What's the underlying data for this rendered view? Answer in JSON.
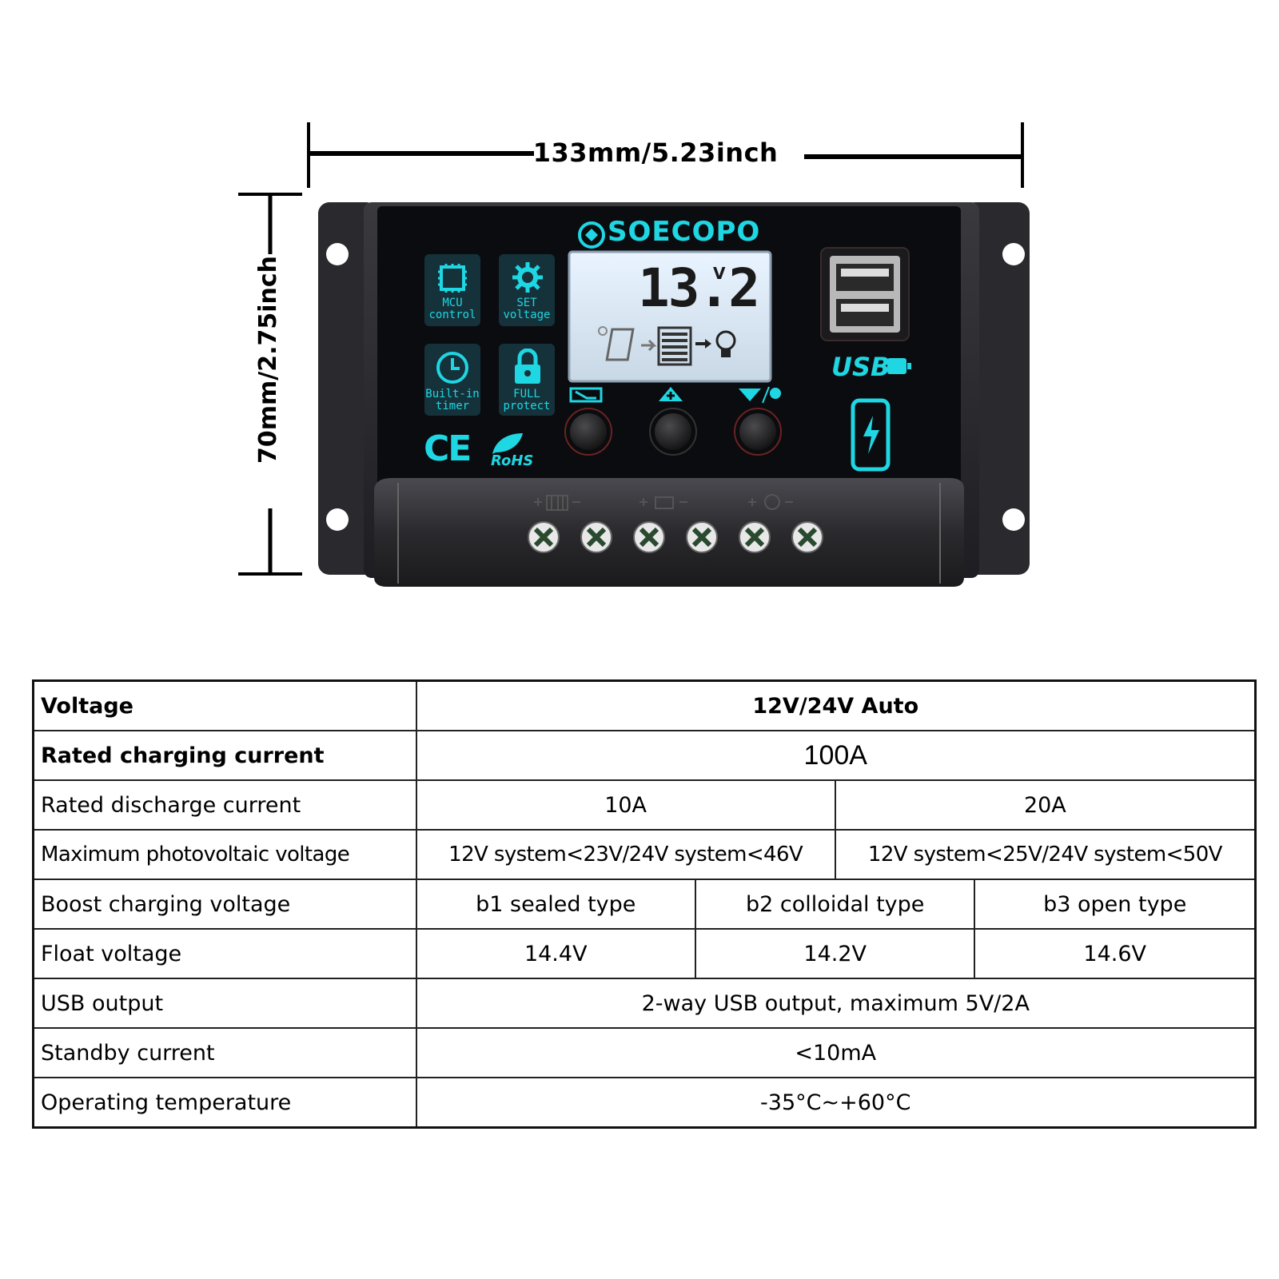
{
  "dimensions": {
    "width_label": "133mm/5.23inch",
    "height_label": "70mm/2.75inch"
  },
  "device": {
    "brand": "SOECOPO",
    "display_reading": "13.2",
    "display_unit": "V",
    "features": [
      {
        "label": "MCU control",
        "icon": "chip-icon"
      },
      {
        "label": "SET voltage",
        "icon": "gear-icon"
      },
      {
        "label": "Built-in timer",
        "icon": "clock-icon"
      },
      {
        "label": "FULL protect",
        "icon": "lock-icon"
      }
    ],
    "certifications": [
      "CE",
      "RoHS"
    ],
    "usb_label": "USB",
    "buttons": [
      "menu-button",
      "up-button",
      "down-light-button"
    ],
    "accent_color": "#1fd6e3"
  },
  "specs": {
    "voltage_label": "Voltage",
    "voltage_value": "12V/24V Auto",
    "rated_charging_label": "Rated charging current",
    "rated_charging_value": "100A",
    "rated_discharge_label": "Rated discharge current",
    "rated_discharge_values": [
      "10A",
      "20A"
    ],
    "max_pv_label": "Maximum photovoltaic voltage",
    "max_pv_values": [
      "12V system<23V/24V system<46V",
      "12V system<25V/24V system<50V"
    ],
    "boost_label": "Boost charging voltage",
    "boost_values": [
      "b1 sealed type",
      "b2 colloidal type",
      "b3 open type"
    ],
    "float_label": "Float voltage",
    "float_values": [
      "14.4V",
      "14.2V",
      "14.6V"
    ],
    "usb_output_label": "USB output",
    "usb_output_value": "2-way USB output, maximum 5V/2A",
    "standby_label": "Standby current",
    "standby_value": "<10mA",
    "temp_label": "Operating temperature",
    "temp_value": "-35°C~+60°C"
  }
}
